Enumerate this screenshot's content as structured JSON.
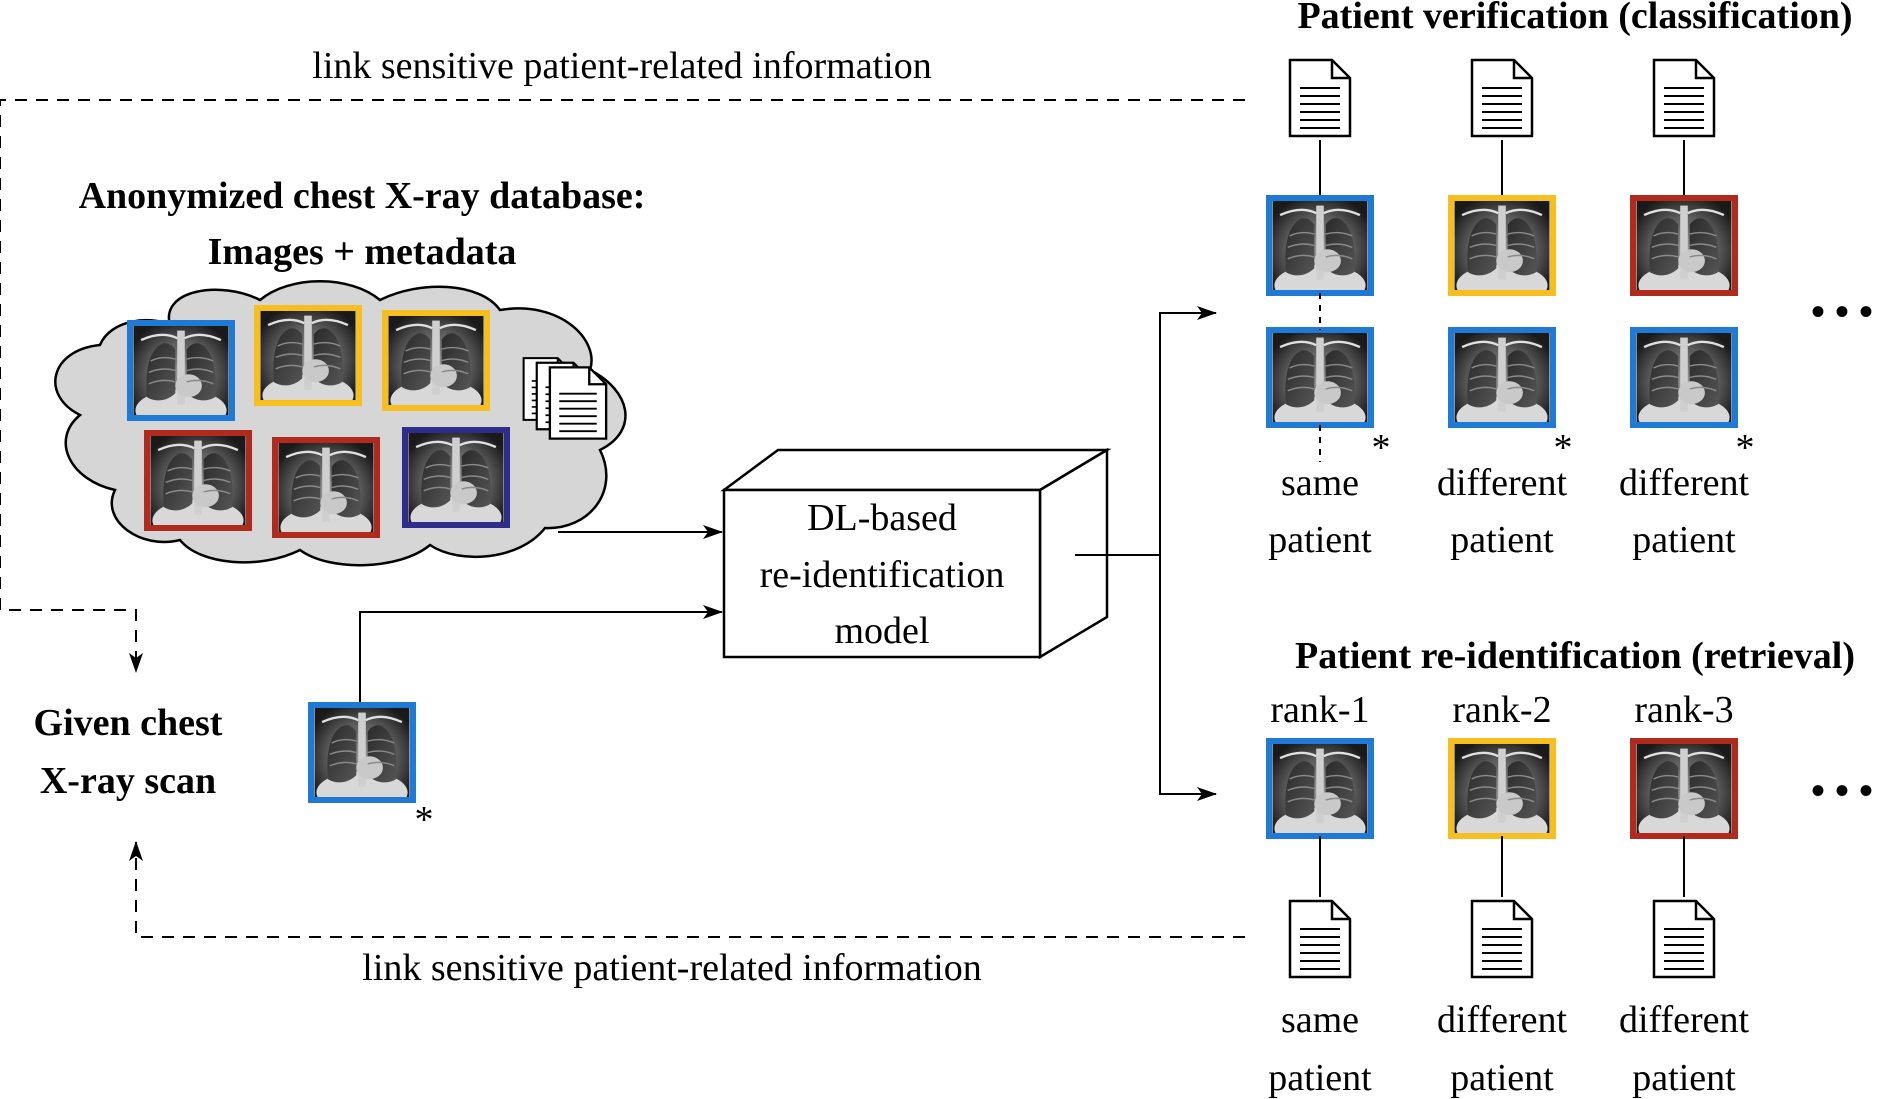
{
  "top_link_text": "link sensitive patient-related information",
  "bottom_link_text": "link sensitive patient-related information",
  "database": {
    "title_line1": "Anonymized chest X-ray database:",
    "title_line2": "Images + metadata",
    "images": [
      {
        "color": "#1f7ad6"
      },
      {
        "color": "#f6be1e"
      },
      {
        "color": "#f6be1e"
      },
      {
        "color": "#b02a1e"
      },
      {
        "color": "#b02a1e"
      },
      {
        "color": "#2d2d8c"
      }
    ]
  },
  "given": {
    "line1": "Given chest",
    "line2": "X-ray scan",
    "color": "#1f7ad6",
    "asterisk": "*"
  },
  "model": {
    "line1": "DL-based",
    "line2": "re-identification",
    "line3": "model"
  },
  "verification": {
    "title": "Patient verification (classification)",
    "columns": [
      {
        "top_color": "#1f7ad6",
        "bottom_color": "#1f7ad6",
        "asterisk": "*",
        "line1": "same",
        "line2": "patient"
      },
      {
        "top_color": "#f6be1e",
        "bottom_color": "#1f7ad6",
        "asterisk": "*",
        "line1": "different",
        "line2": "patient"
      },
      {
        "top_color": "#b02a1e",
        "bottom_color": "#1f7ad6",
        "asterisk": "*",
        "line1": "different",
        "line2": "patient"
      }
    ],
    "ellipsis": "• • •"
  },
  "retrieval": {
    "title": "Patient re-identification (retrieval)",
    "columns": [
      {
        "rank": "rank-1",
        "color": "#1f7ad6",
        "line1": "same",
        "line2": "patient"
      },
      {
        "rank": "rank-2",
        "color": "#f6be1e",
        "line1": "different",
        "line2": "patient"
      },
      {
        "rank": "rank-3",
        "color": "#b02a1e",
        "line1": "different",
        "line2": "patient"
      }
    ],
    "ellipsis": "• • •"
  },
  "colors": {
    "cloud_fill": "#d6d6d6",
    "stroke": "#000000"
  }
}
